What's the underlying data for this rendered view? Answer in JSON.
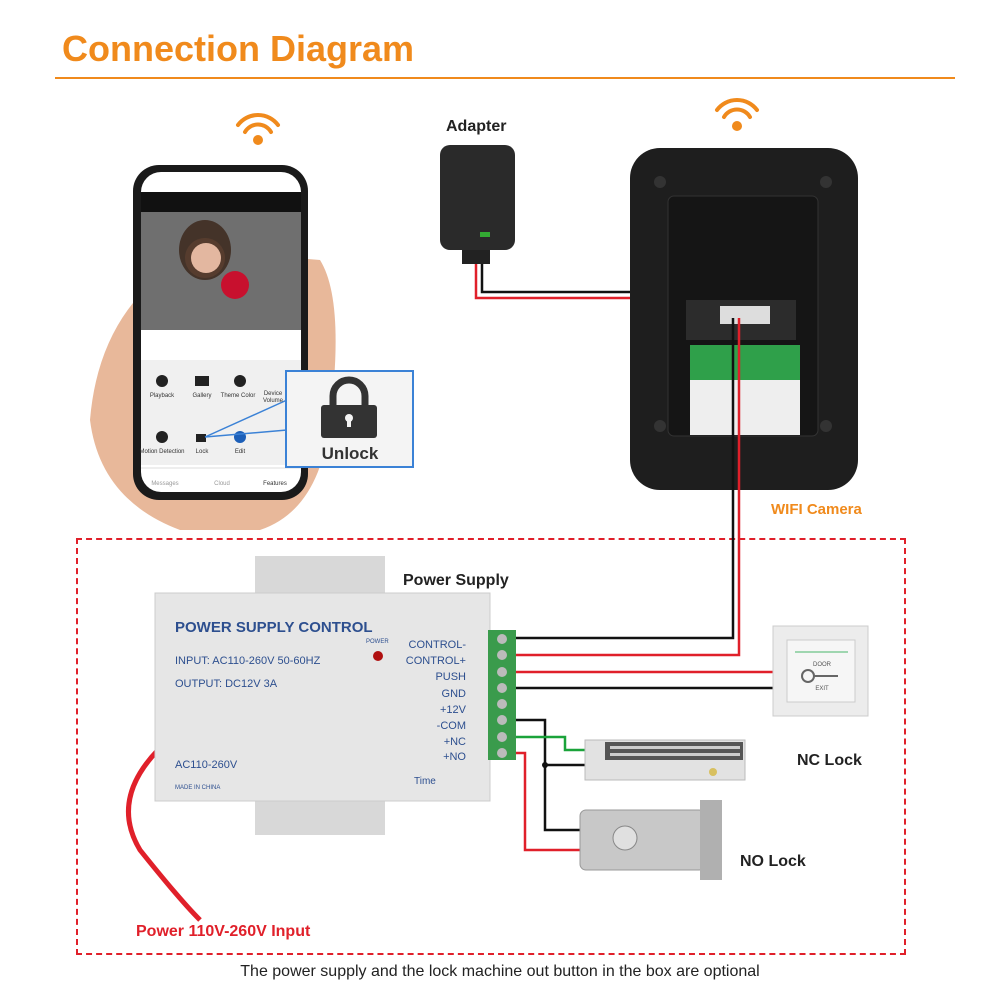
{
  "title": "Connection Diagram",
  "labels": {
    "adapter": "Adapter",
    "wifi_camera": "WIFI Camera",
    "power_supply": "Power Supply",
    "nc_lock": "NC Lock",
    "no_lock": "NO Lock",
    "power_input": "Power 110V-260V Input",
    "footnote": "The power supply and the lock machine out button in the box are optional"
  },
  "phone_app": {
    "features": [
      "Playback",
      "Gallery",
      "Theme Color",
      "Device Volume",
      "Motion Detection",
      "Lock",
      "Edit"
    ],
    "nav": [
      "Messages",
      "Cloud",
      "Features"
    ],
    "callout": "Unlock"
  },
  "power_supply_unit": {
    "brand": "POWER SUPPLY CONTROL",
    "input": "INPUT: AC110-260V 50-60HZ",
    "output": "OUTPUT: DC12V  3A",
    "ac": "AC110-260V",
    "made_in": "MADE IN CHINA",
    "power_led": "POWER",
    "time": "Time",
    "terminals": [
      "CONTROL-",
      "CONTROL+",
      "PUSH",
      "GND",
      "+12V",
      "-COM",
      "+NC",
      "+NO"
    ]
  },
  "exit_button": {
    "top": "DOOR",
    "bottom": "EXIT"
  },
  "colors": {
    "accent": "#f08a1c",
    "wire_red": "#e0202a",
    "wire_black": "#111111",
    "wire_green": "#1aa33a",
    "ps_text": "#2d4f8f"
  }
}
